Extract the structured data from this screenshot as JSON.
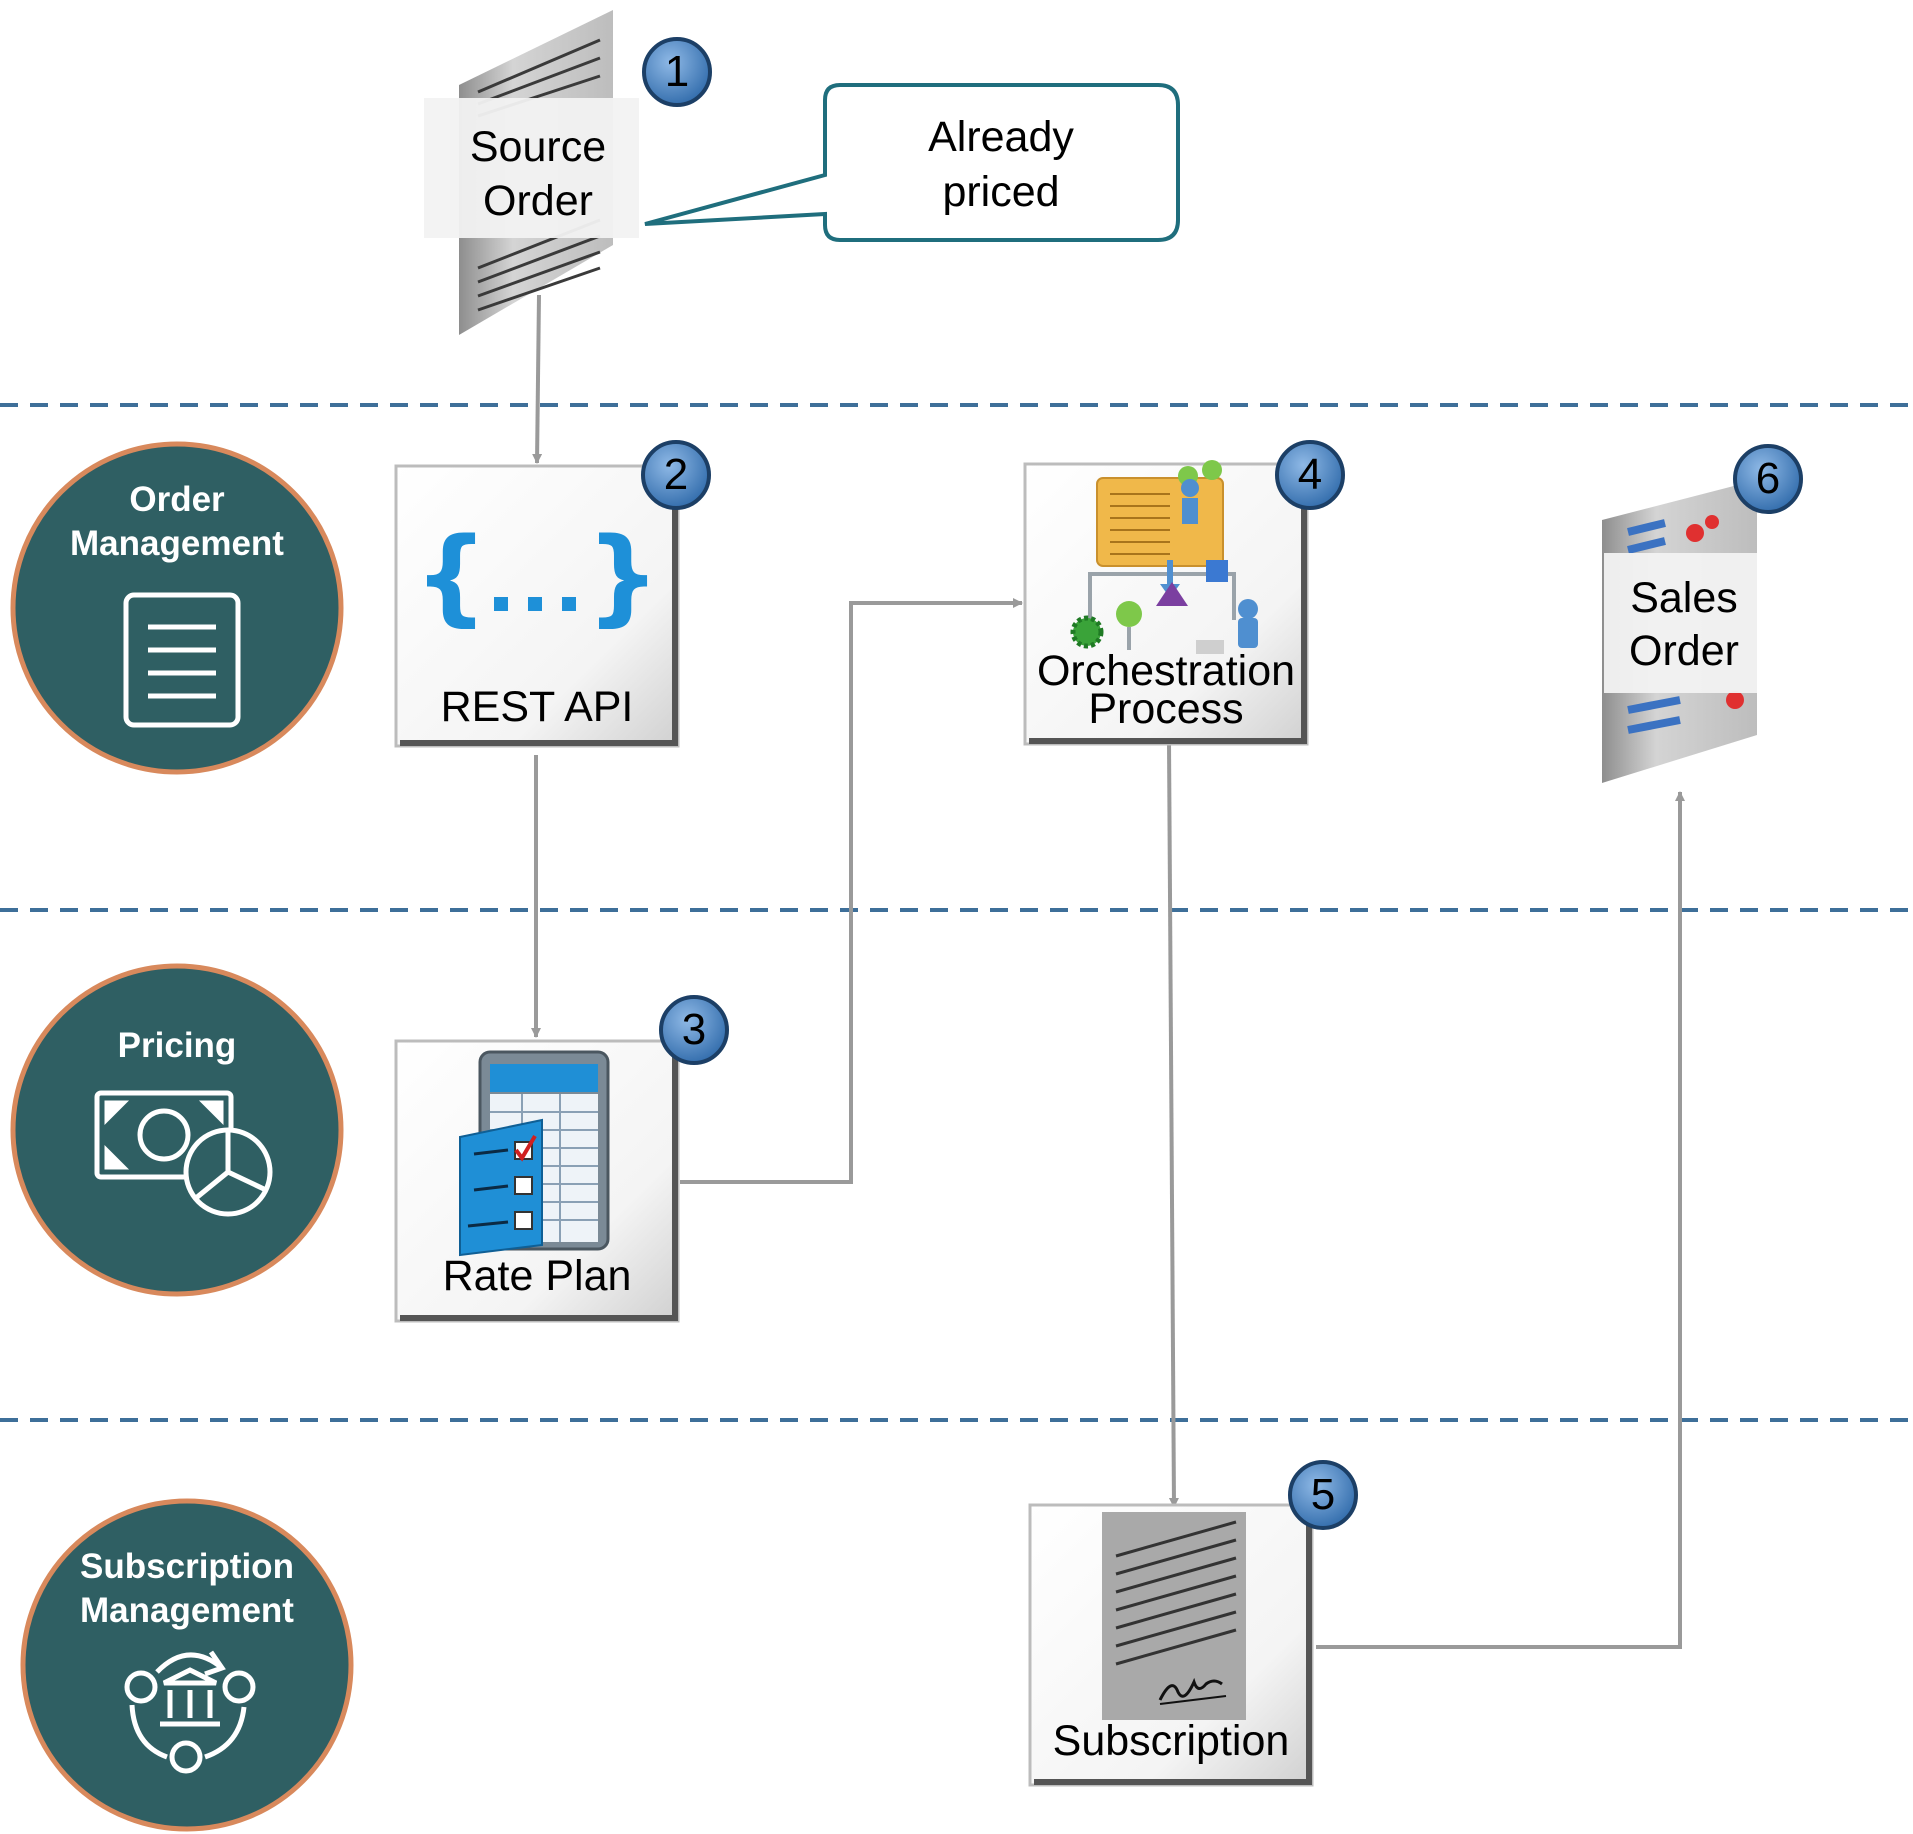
{
  "lanes": [
    {
      "name": "Order\nManagement",
      "icon": "document-icon"
    },
    {
      "name": "Pricing",
      "icon": "money-chart-icon"
    },
    {
      "name": "Subscription\nManagement",
      "icon": "subscription-cycle-icon"
    }
  ],
  "steps": [
    {
      "number": "1",
      "label": "Source\nOrder",
      "icon": "document-icon"
    },
    {
      "number": "2",
      "label": "REST API",
      "icon": "braces-icon"
    },
    {
      "number": "3",
      "label": "Rate Plan",
      "icon": "table-checklist-icon"
    },
    {
      "number": "4",
      "label": "Orchestration\nProcess",
      "icon": "process-flow-icon"
    },
    {
      "number": "5",
      "label": "Subscription",
      "icon": "signed-document-icon"
    },
    {
      "number": "6",
      "label": "Sales\nOrder",
      "icon": "sales-document-icon"
    }
  ],
  "callout": {
    "text": "Already\npriced"
  },
  "colors": {
    "lane_circle": "#2f5f63",
    "lane_ring": "#d8895c",
    "badge_fill": "#3d78b8",
    "divider": "#3e6f99",
    "callout_border": "#1f6e7d",
    "arrow": "#9a9a9a",
    "brace": "#1e90d8"
  }
}
